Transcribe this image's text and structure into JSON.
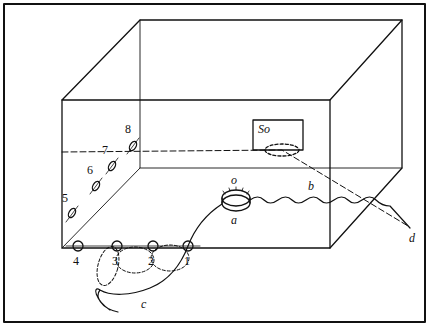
{
  "diagram": {
    "labels": [
      "8",
      "So",
      "7",
      "6",
      "5",
      "o",
      "a",
      "b",
      "d",
      "4",
      "3",
      "2",
      "1",
      "c"
    ]
  }
}
